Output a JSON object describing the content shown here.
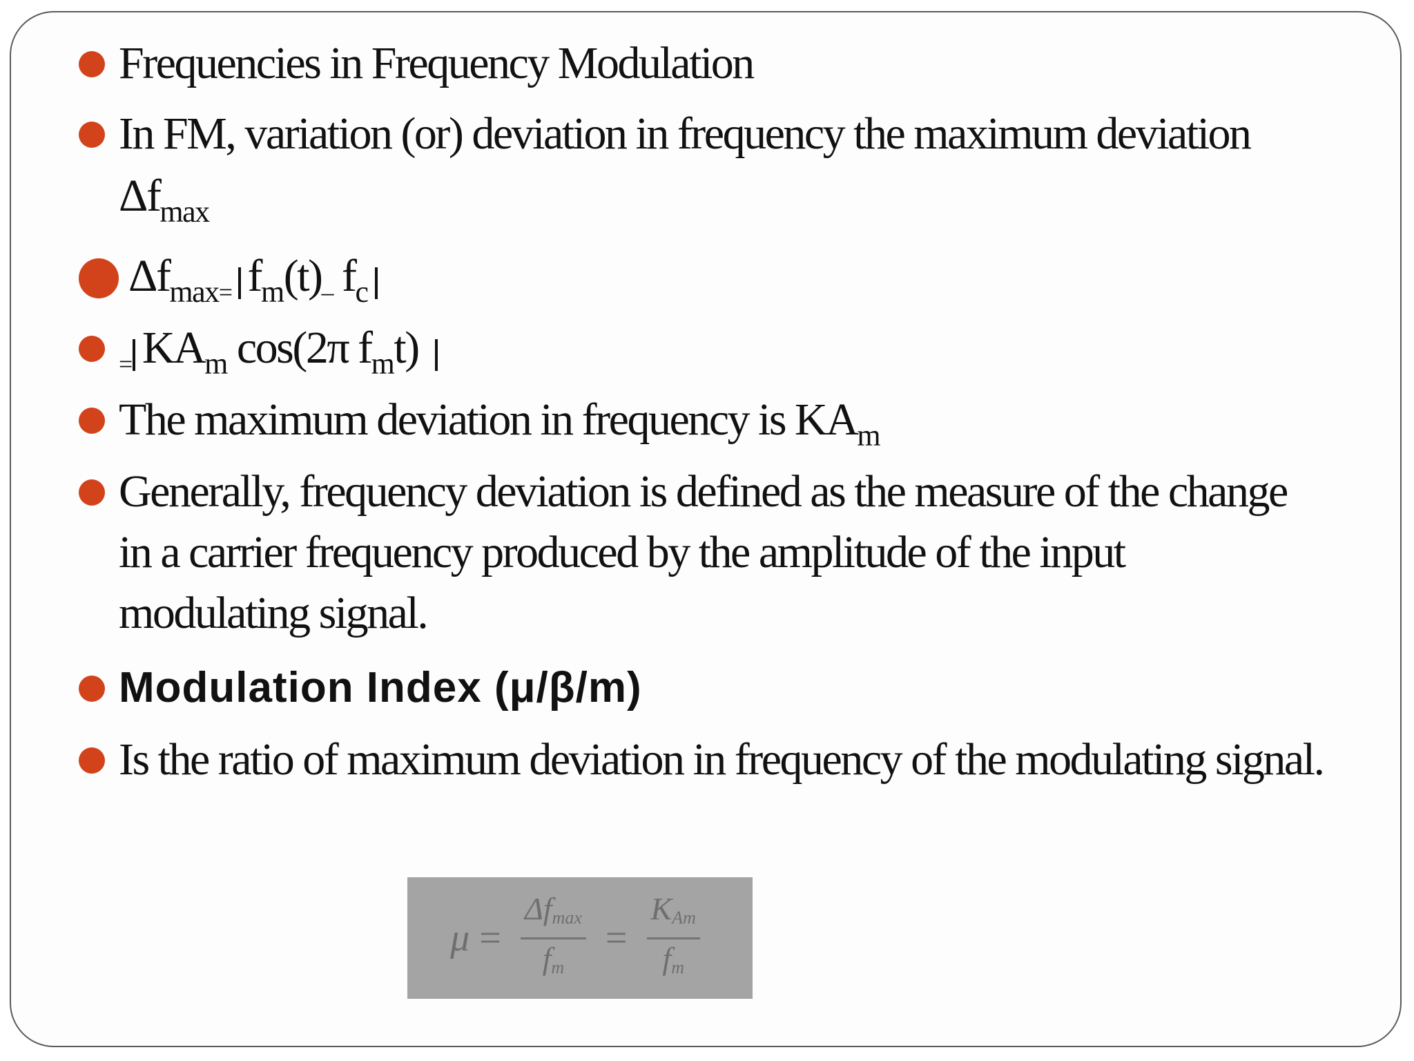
{
  "bullets": [
    {
      "text": "Frequencies in Frequency Modulation"
    },
    {
      "line1": "In FM, variation (or) deviation in frequency the maximum deviation",
      "delta": "Δf",
      "delta_sub": "max"
    },
    {
      "delta": "Δf",
      "delta_sub": "max",
      "eq": "=",
      "f": "f",
      "f_sub": "m",
      "t": "(t)",
      "minus": "–",
      "fc": "f",
      "fc_sub": "c"
    },
    {
      "eq": "=",
      "ka": "KA",
      "ka_sub": "m",
      "cos": "cos(2π f",
      "cos_sub": "m",
      "cos_end": "t)"
    },
    {
      "text": "The maximum deviation in frequency is KA",
      "sub": "m"
    },
    {
      "text": "Generally, frequency deviation is defined as the measure of the change in a carrier frequency produced by the amplitude of the input modulating signal."
    },
    {
      "text": "Modulation Index (μ/β/m)"
    },
    {
      "text": "Is the ratio of maximum deviation in frequency of the modulating signal."
    }
  ],
  "equation": {
    "mu": "μ",
    "equals": "=",
    "frac1_num": "Δf",
    "frac1_num_sub": "max",
    "frac1_den": "f",
    "frac1_den_sub": "m",
    "frac2_num": "K",
    "frac2_num_sub": "Am",
    "frac2_den": "f",
    "frac2_den_sub": "m"
  },
  "colors": {
    "bullet": "#d2431b",
    "equation_bg": "#a4a4a4"
  }
}
